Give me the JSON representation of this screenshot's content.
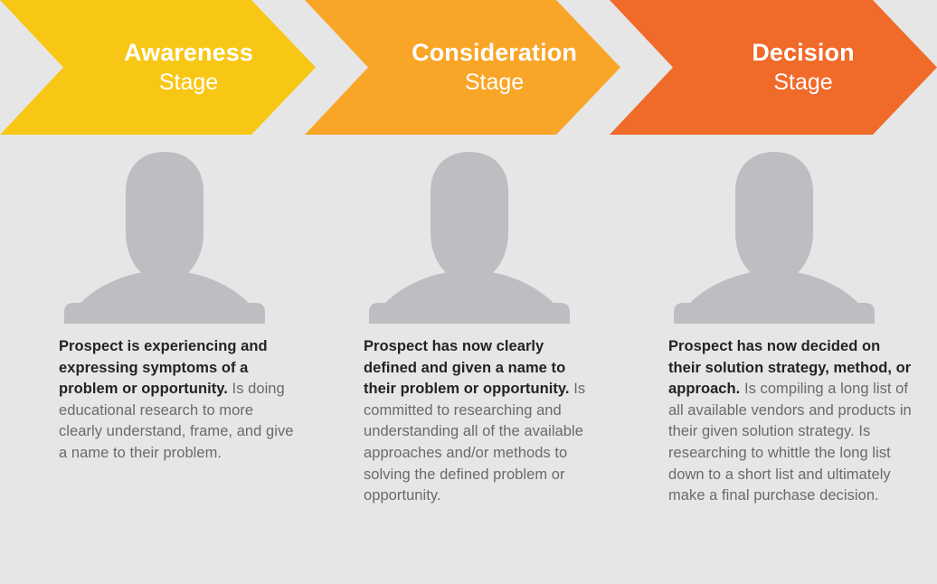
{
  "theme": {
    "background": "#e6e6e6",
    "silhouette": "#bcbec1",
    "text_bold": "#232323",
    "text_body": "#6a6a6a",
    "header_text": "#ffffff"
  },
  "stages": [
    {
      "id": "awareness",
      "title": "Awareness",
      "subtitle": "Stage",
      "color": "#f8c715",
      "avatar_icon": "person-silhouette-icon",
      "lead": "Prospect is experiencing and expressing symptoms of a problem or opportunity.",
      "body": " Is doing educational research to more clearly understand, frame, and give a name to their problem."
    },
    {
      "id": "consideration",
      "title": "Consideration",
      "subtitle": "Stage",
      "color": "#f9a527",
      "avatar_icon": "person-silhouette-icon",
      "lead": "Prospect has now clearly defined and given a name to their problem or opportunity.",
      "body": " Is committed to researching and understanding all of the available approaches and/or methods to solving the defined problem or opportunity."
    },
    {
      "id": "decision",
      "title": "Decision",
      "subtitle": "Stage",
      "color": "#f06a2a",
      "avatar_icon": "person-silhouette-icon",
      "lead": "Prospect has now decided on their solution strategy, method, or approach.",
      "body": " Is compiling a long list of all available vendors and products in their given solution strategy. Is researching to whittle the long list down to a short list and ultimately make a final purchase decision."
    }
  ]
}
